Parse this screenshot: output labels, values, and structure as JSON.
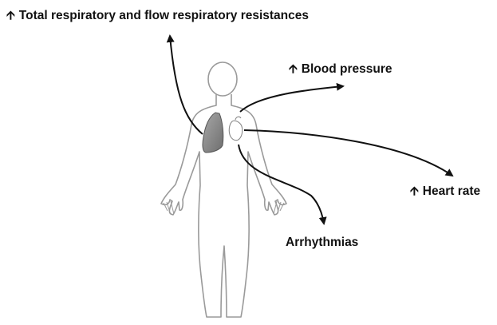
{
  "labels": {
    "resistance": "Total respiratory and flow respiratory resistances",
    "blood_pressure": "Blood pressure",
    "heart_rate": "Heart rate",
    "arrhythmias": "Arrhythmias"
  },
  "icons": {
    "increase": "up-arrow-icon"
  },
  "colors": {
    "text": "#111111",
    "body_outline": "#9a9a9a",
    "lung_fill": "#8a8a8a",
    "arrow": "#111111"
  }
}
